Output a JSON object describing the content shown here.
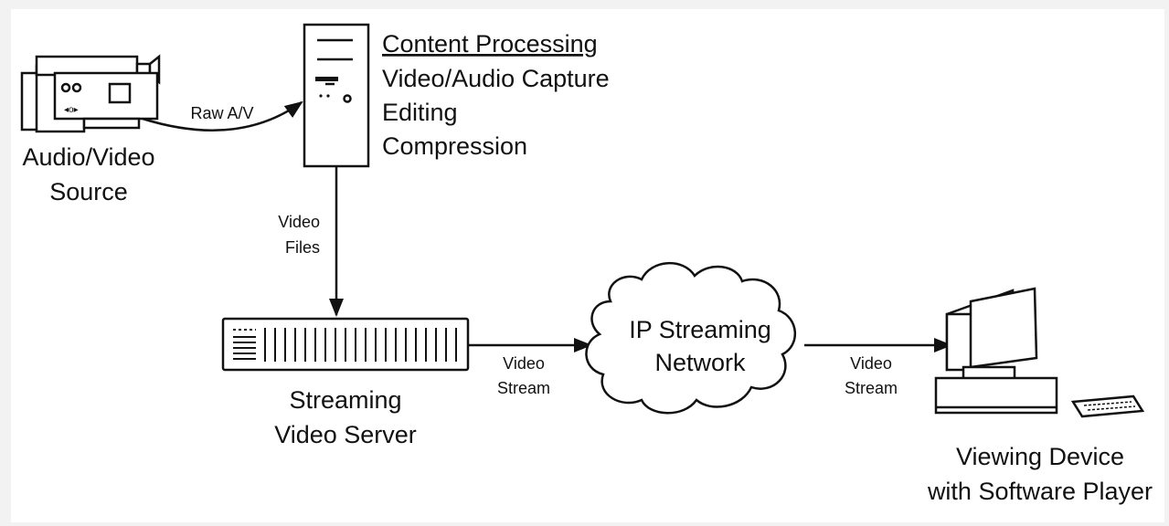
{
  "diagram": {
    "source": {
      "line1": "Audio/Video",
      "line2": "Source"
    },
    "raw_av": "Raw A/V",
    "processing": {
      "title": "Content Processing",
      "items": [
        "Video/Audio Capture",
        "Editing",
        "Compression"
      ]
    },
    "video_files": {
      "line1": "Video",
      "line2": "Files"
    },
    "server": {
      "line1": "Streaming",
      "line2": "Video Server"
    },
    "stream_label_1": {
      "line1": "Video",
      "line2": "Stream"
    },
    "network": {
      "line1": "IP Streaming",
      "line2": "Network"
    },
    "stream_label_2": {
      "line1": "Video",
      "line2": "Stream"
    },
    "viewer": {
      "line1": "Viewing Device",
      "line2": "with Software Player"
    }
  }
}
